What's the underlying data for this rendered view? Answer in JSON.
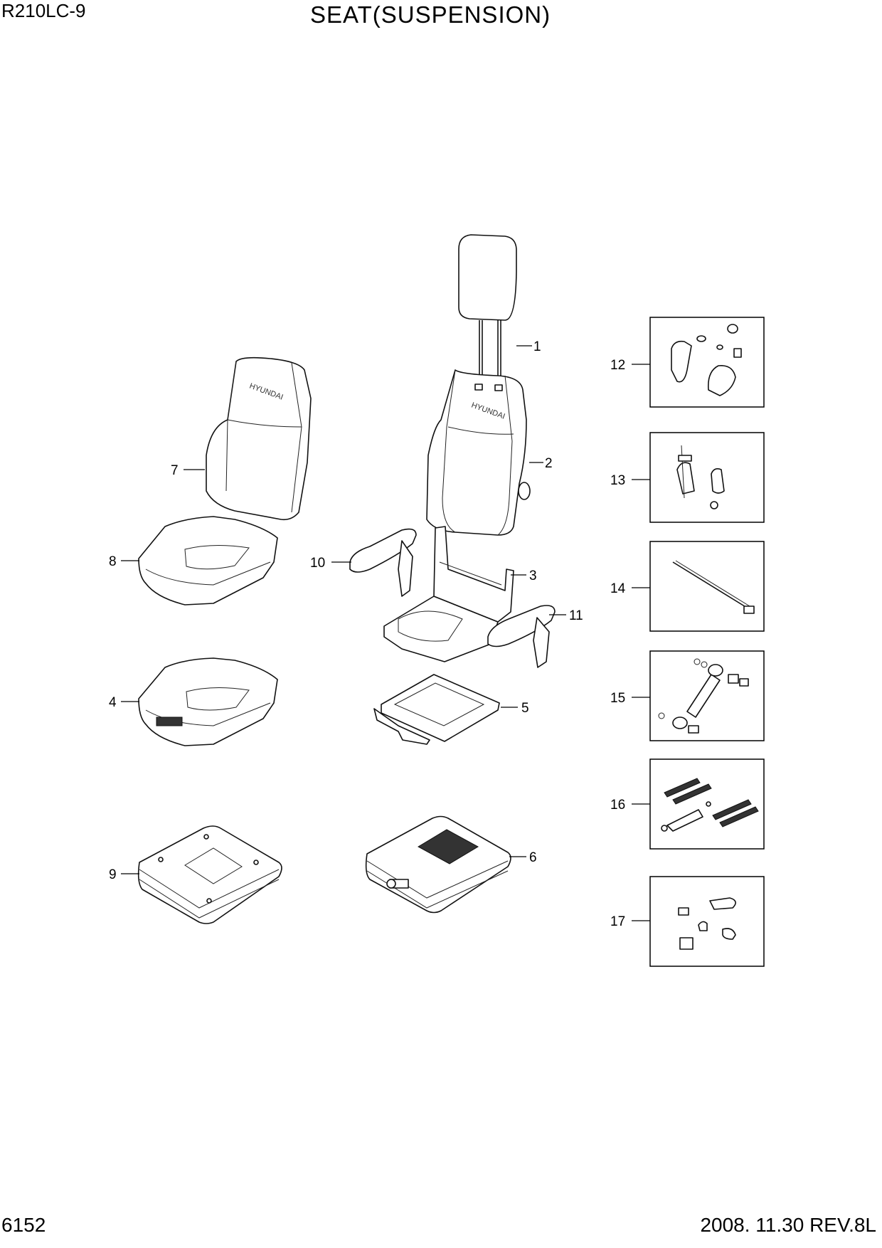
{
  "header": {
    "model": "R210LC-9",
    "title": "SEAT(SUSPENSION)"
  },
  "footer": {
    "page_number": "6152",
    "revision": "2008. 11.30  REV.8L"
  },
  "seat_brand_label": "HYUNDAI",
  "callouts": [
    "1",
    "2",
    "3",
    "4",
    "5",
    "6",
    "7",
    "8",
    "9",
    "10",
    "11",
    "12",
    "13",
    "14",
    "15",
    "16",
    "17"
  ]
}
